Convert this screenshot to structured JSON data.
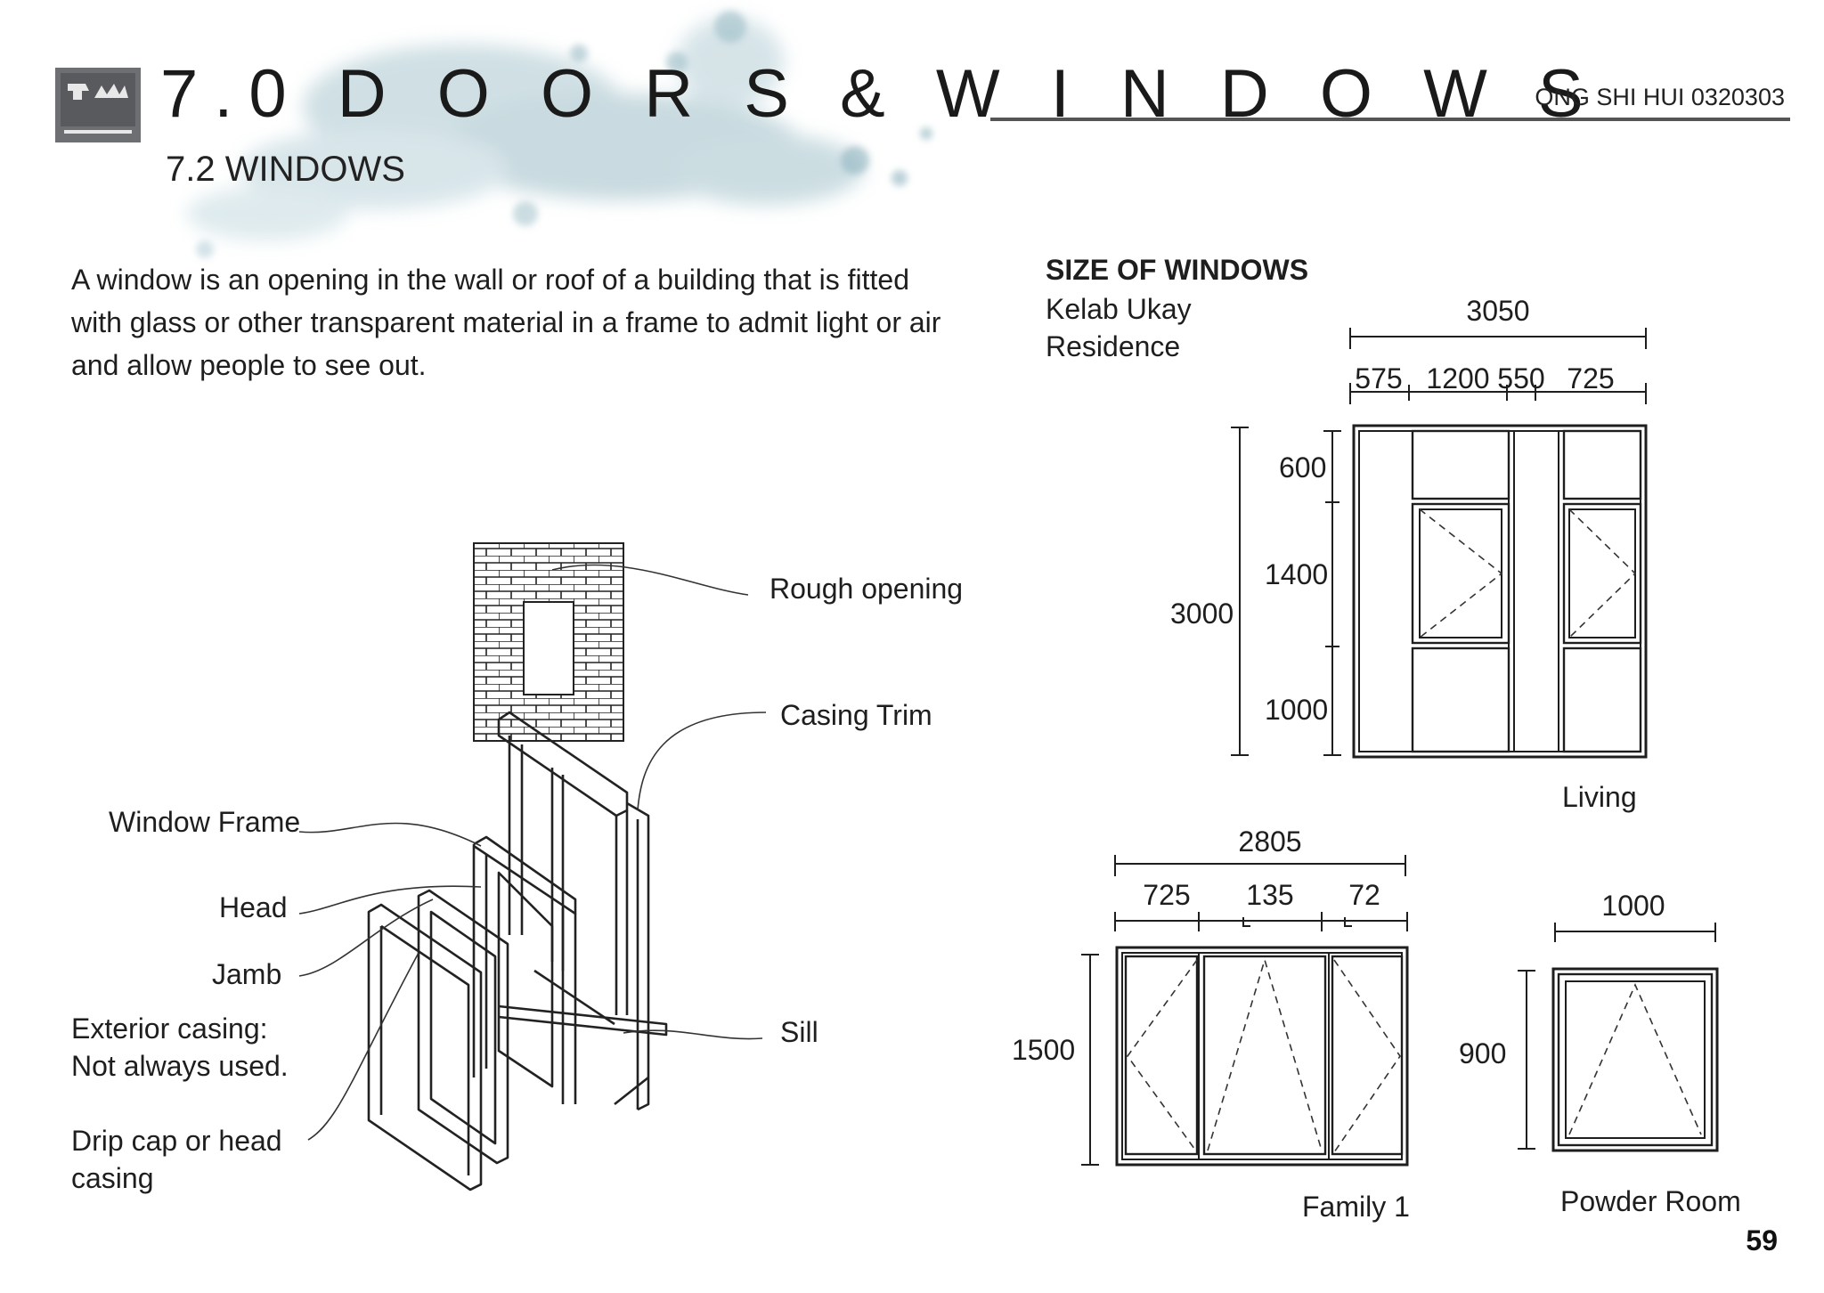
{
  "header": {
    "title": "7.0 D O O R S  & W I N D O W S",
    "subtitle": "7.2 WINDOWS",
    "author": "ONG SHI HUI 0320303",
    "icon": "toolbox-icon"
  },
  "intro": "A window is an opening in the wall or roof of a building that is fitted with glass or other transparent material in a frame to admit light or air and allow people to see out.",
  "exploded_diagram": {
    "labels": {
      "rough_opening": "Rough opening",
      "casing_trim": "Casing Trim",
      "window_frame": "Window Frame",
      "head": "Head",
      "jamb": "Jamb",
      "exterior_casing_1": "Exterior casing:",
      "exterior_casing_2": "Not always used.",
      "drip_cap_1": "Drip cap or head",
      "drip_cap_2": "casing",
      "sill": "Sill"
    }
  },
  "sizes": {
    "title": "SIZE OF WINDOWS",
    "project": "Kelab Ukay Residence",
    "living": {
      "name": "Living",
      "total_width": "3050",
      "widths": [
        "575",
        "1200",
        "550",
        "725"
      ],
      "total_height": "3000",
      "heights": [
        "600",
        "1400",
        "1000"
      ]
    },
    "family": {
      "name": "Family 1",
      "total_width": "2805",
      "widths": [
        "725",
        "135",
        "72"
      ],
      "height": "1500"
    },
    "powder": {
      "name": "Powder Room",
      "width": "1000",
      "height": "900"
    }
  },
  "page_number": "59",
  "colors": {
    "ink": "#1e1e1e",
    "rule": "#555555",
    "watercolor": "#8fb3bf"
  }
}
